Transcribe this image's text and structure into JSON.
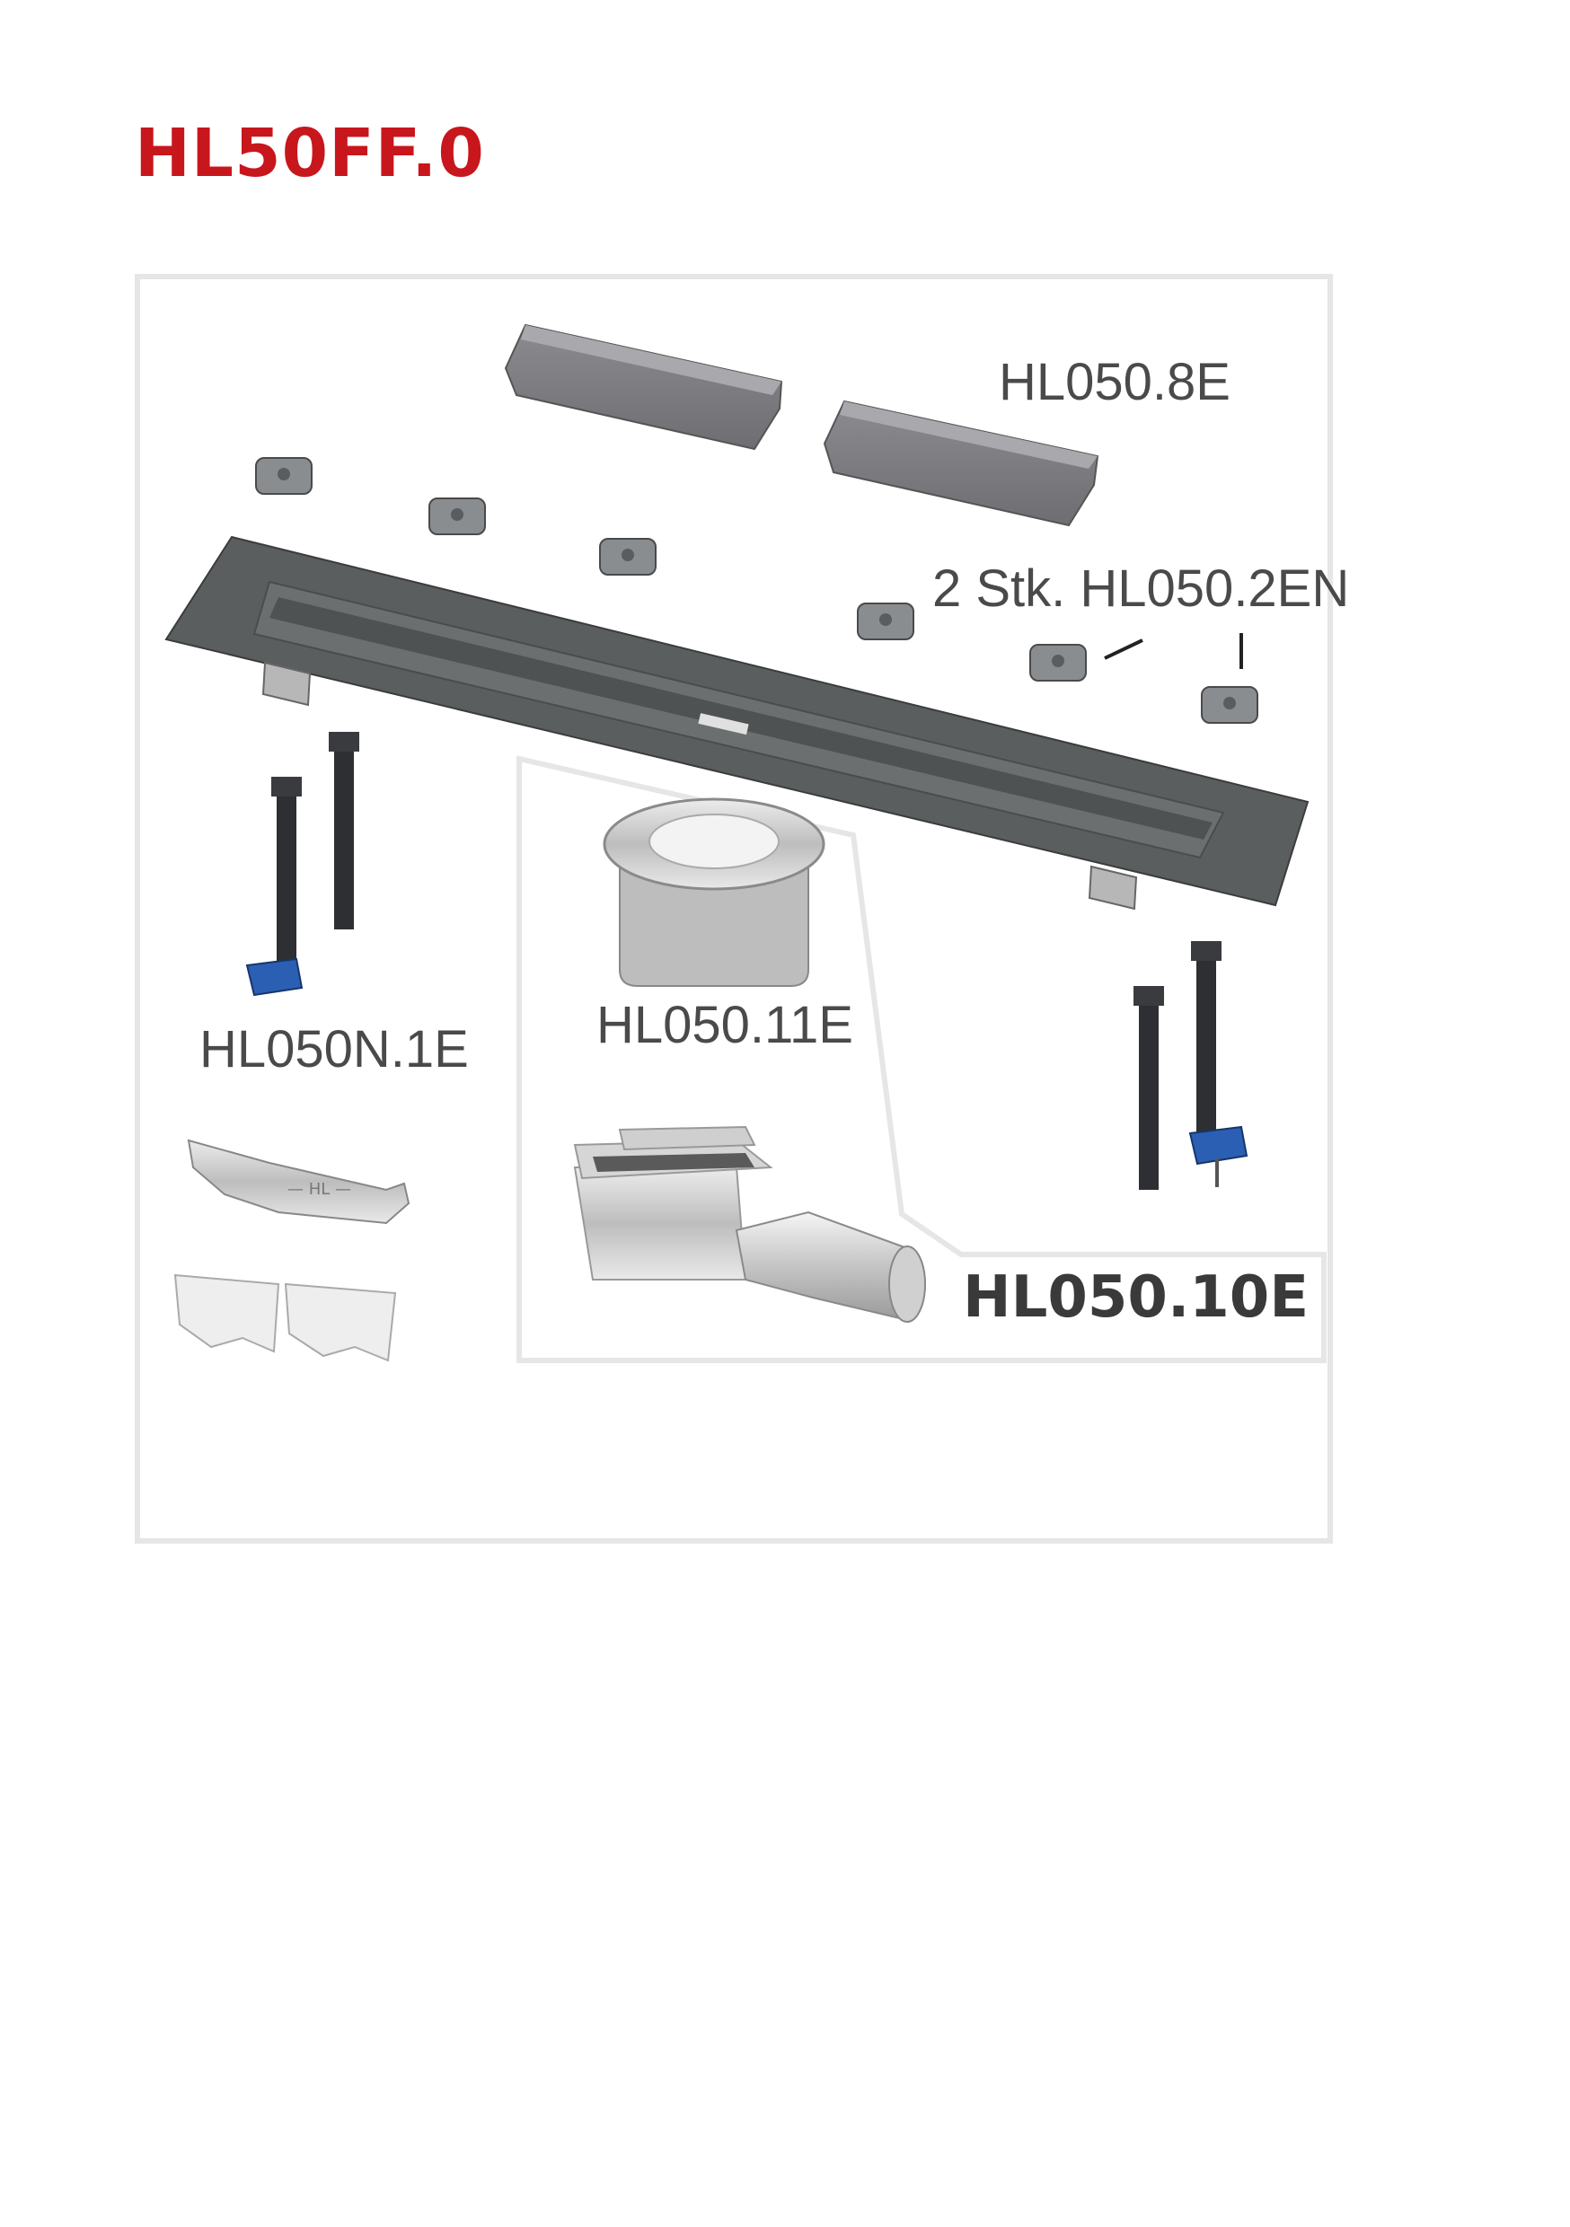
{
  "title": "HL50FF.0",
  "parts": {
    "cover": "HL050.8E",
    "pads": "2 Stk. HL050.2EN",
    "legs": "HL050N.1E",
    "insert": "HL050.11E",
    "trap": "HL050.10E"
  },
  "colors": {
    "title": "#c8161d",
    "frame": "#e6e6e6",
    "channel": "#5b5e5f",
    "legs": "#2e2f32",
    "blue_bracket": "#2b5fb3"
  }
}
